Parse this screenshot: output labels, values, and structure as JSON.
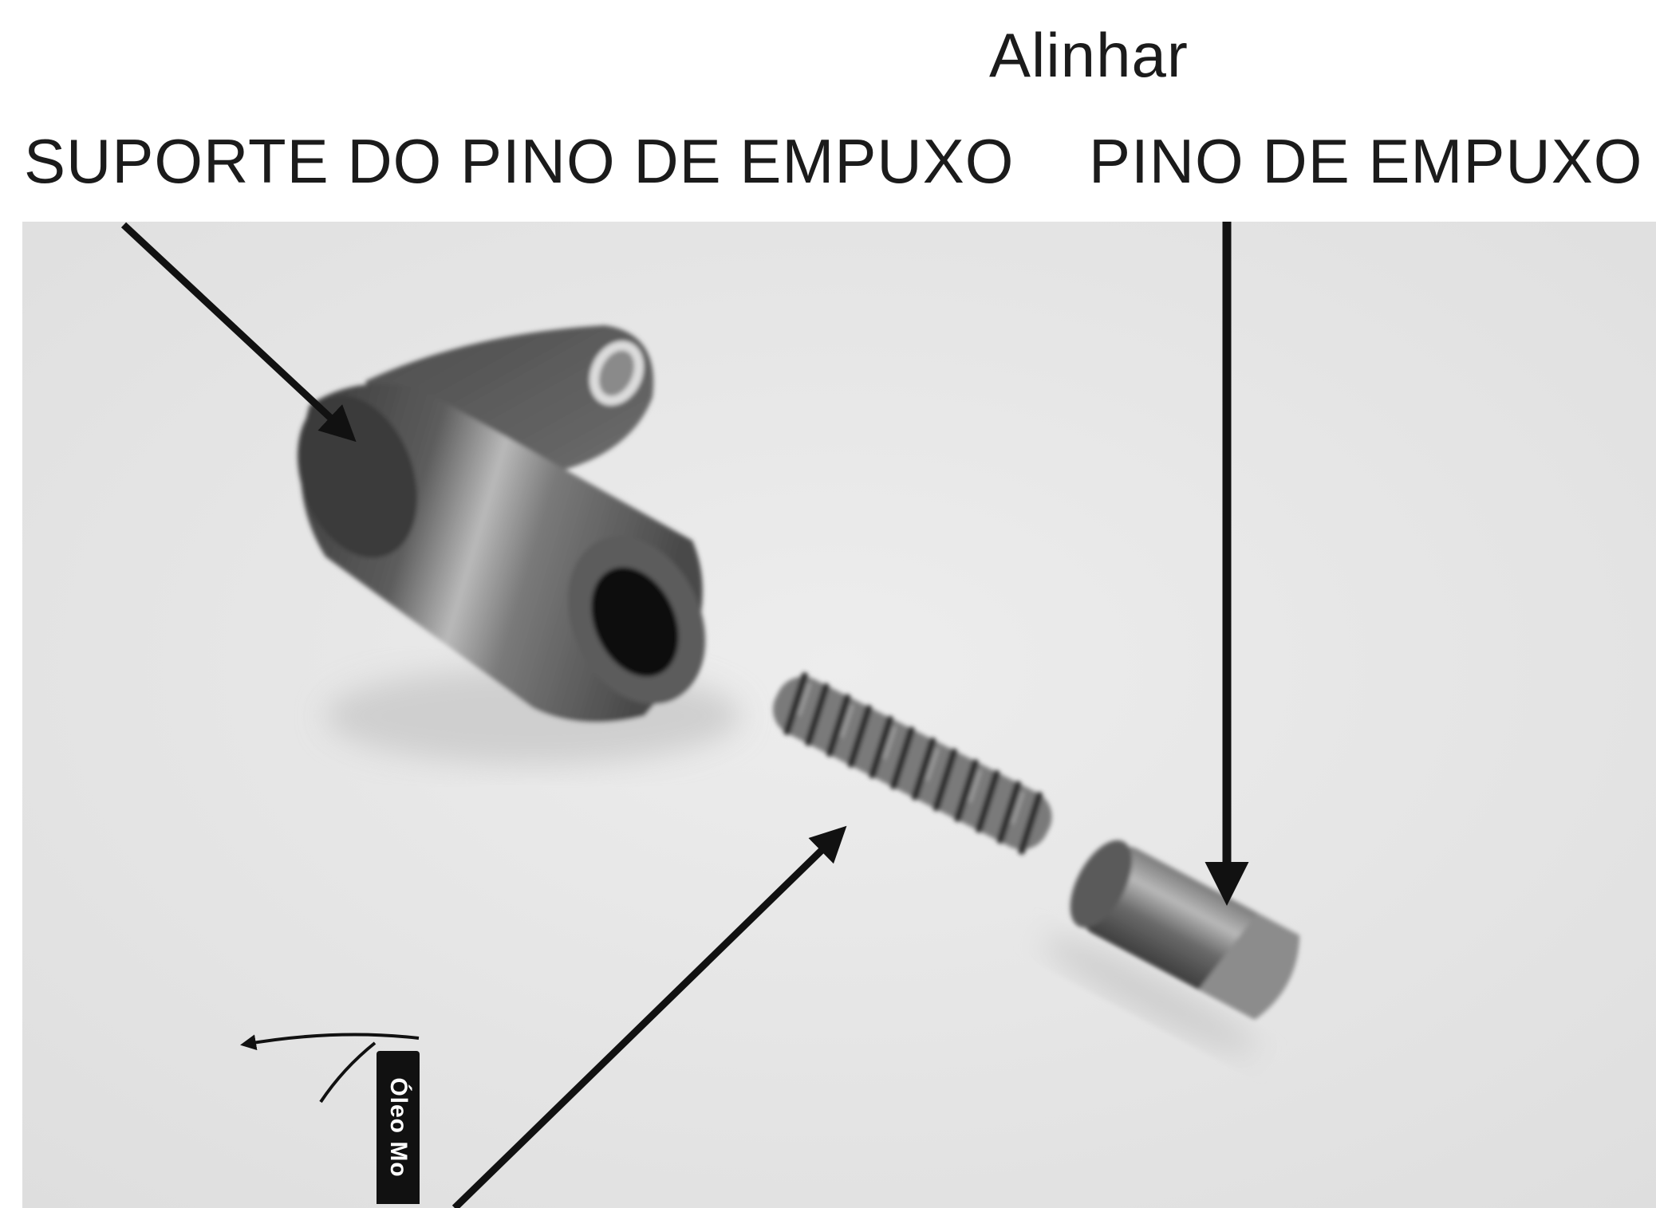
{
  "labels": {
    "align": "Alinhar",
    "pin_holder": "SUPORTE DO PINO DE EMPUXO",
    "thrust_pin": "PINO DE EMPUXO"
  },
  "oil_tag": {
    "text": "Óleo Mo"
  },
  "colors": {
    "background_photo": "#e7e7e7",
    "arrow": "#111111",
    "label_text": "#1b1b1b",
    "oil_tag_bg": "#111111"
  }
}
